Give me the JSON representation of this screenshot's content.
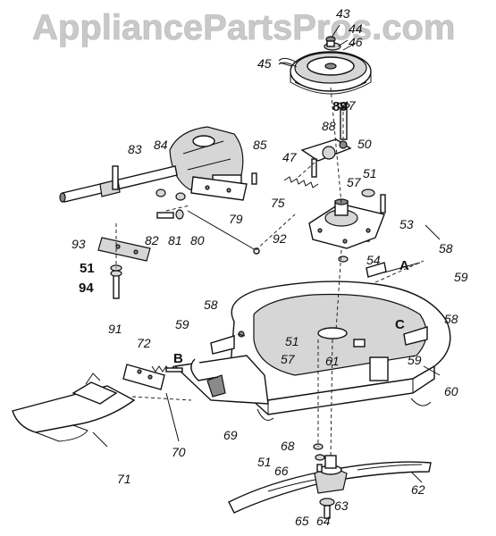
{
  "watermark": "AppliancePartsPros.com",
  "callouts": {
    "c43": "43",
    "c44": "44",
    "c46": "46",
    "c45": "45",
    "c89": "89",
    "c47a": "47",
    "c88": "88",
    "c50": "50",
    "c83": "83",
    "c84": "84",
    "c85": "85",
    "c47b": "47",
    "c57a": "57",
    "c51a": "51",
    "c75": "75",
    "c79": "79",
    "c53": "53",
    "c82": "82",
    "c81": "81",
    "c80": "80",
    "c92": "92",
    "c93": "93",
    "c58a": "58",
    "c54": "54",
    "c51b": "51",
    "cA": "A",
    "c59a": "59",
    "c94": "94",
    "c58b": "58",
    "c59b": "59",
    "c58c": "58",
    "cC": "C",
    "c91": "91",
    "c72": "72",
    "c51c": "51",
    "c57b": "57",
    "c61": "61",
    "c59c": "59",
    "cB": "B",
    "c60": "60",
    "c69": "69",
    "c70": "70",
    "c68": "68",
    "c51d": "51",
    "c66": "66",
    "c71": "71",
    "c62": "62",
    "c63": "63",
    "c65": "65",
    "c64": "64"
  }
}
